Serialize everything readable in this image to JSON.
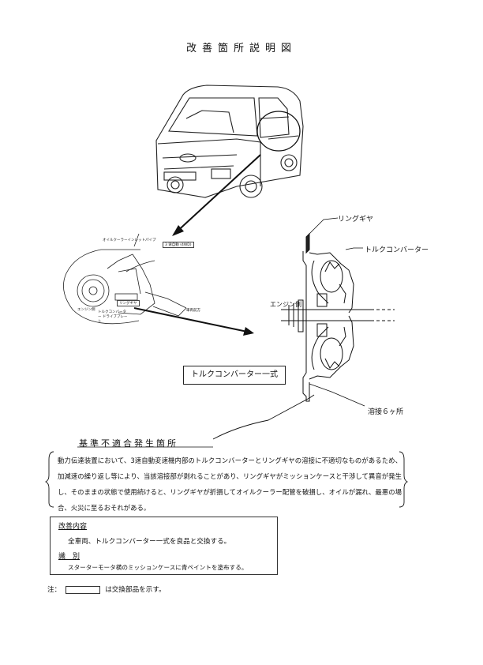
{
  "title": "改善箇所説明図",
  "labels": {
    "ring_gear": "リングギヤ",
    "torque_converter": "トルクコンバーター",
    "engine_side": "エンジン側",
    "boxed_part": "トルクコンバーター一式",
    "weld": "溶接６ヶ所"
  },
  "inset_labels": {
    "oil_cooler": "オイルクーラーインレットパイプ",
    "three_speed": "3 速自動 (4WD)",
    "engine_side": "エンジン側",
    "torque_converter_plate": "トルクコンバーター ドライブプレート",
    "ring_gear": "リングギヤ",
    "front": "車両前方"
  },
  "problem": {
    "heading": "基準不適合発生箇所",
    "body": "動力伝達装置において、3速自動変速機内部のトルクコンバーターとリングギヤの溶接に不適切なものがあるため、加減速の繰り返し等により、当該溶接部が剥れることがあり、リングギヤがミッションケースと干渉して異音が発生し、そのままの状態で使用続けると、リングギヤが折損してオイルクーラー配管を破損し、オイルが漏れ、最悪の場合、火災に至るおそれがある。"
  },
  "fix": {
    "heading": "改善内容",
    "text": "全車両、トルクコンバーター一式を良品と交換する。",
    "id_heading": "識　別",
    "id_text": "スターターモータ横のミッションケースに青ペイントを塗布する。"
  },
  "note": {
    "prefix": "注：",
    "suffix": "は交換部品を示す。"
  }
}
